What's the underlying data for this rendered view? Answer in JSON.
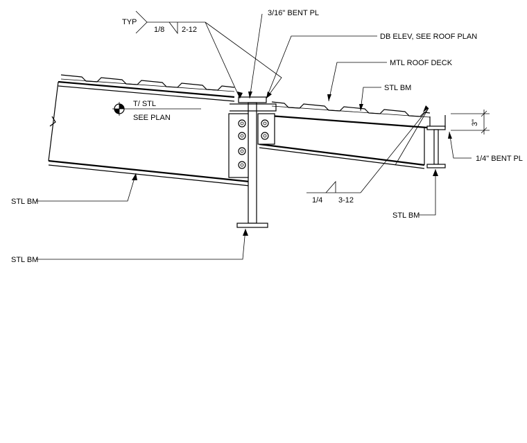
{
  "labels": {
    "typ": "TYP",
    "weld_top_size": "1/8",
    "weld_top_length": "2-12",
    "bent_pl_316": "3/16\" BENT PL",
    "db_elev": "DB ELEV, SEE ROOF PLAN",
    "mtl_roof_deck": "MTL ROOF DECK",
    "stl_bm_upper_right": "STL BM",
    "t_stl": "T/ STL",
    "see_plan": "SEE PLAN",
    "dim_3": "3\"",
    "bent_pl_14": "1/4\" BENT PL",
    "stl_bm_left_upper": "STL BM",
    "weld_bot_size": "1/4",
    "weld_bot_length": "3-12",
    "stl_bm_right_lower": "STL BM",
    "stl_bm_left_lower": "STL BM"
  }
}
